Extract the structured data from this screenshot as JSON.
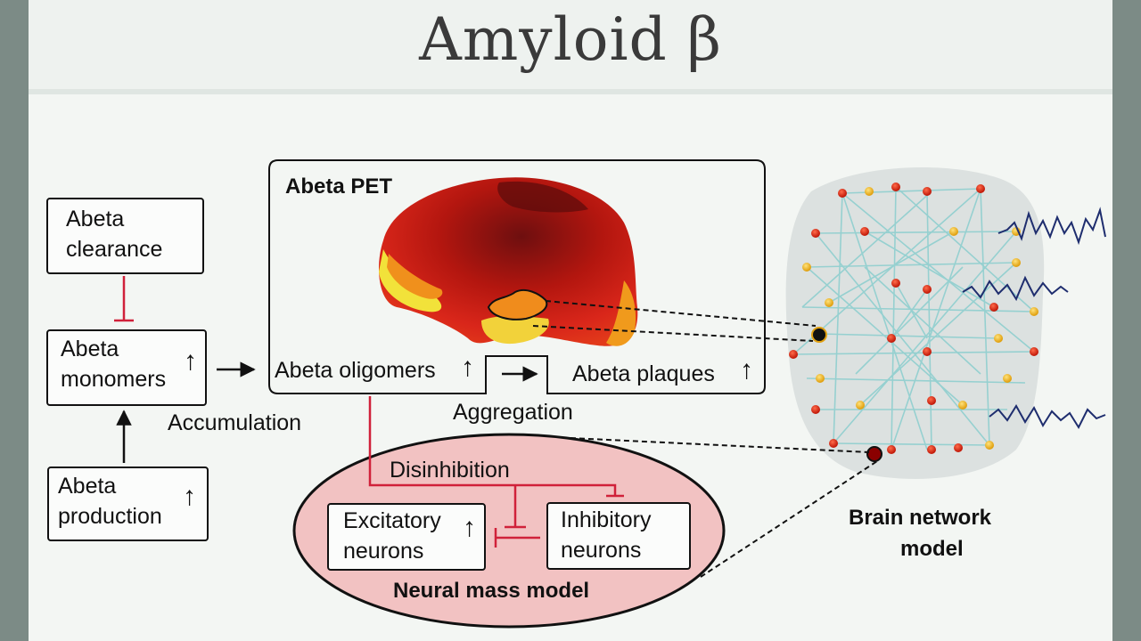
{
  "slide": {
    "title": "Amyloid β"
  },
  "diagram": {
    "boxes": {
      "clearance": {
        "line1": "Abeta",
        "line2": "clearance",
        "arrow": "↓"
      },
      "monomers": {
        "line1": "Abeta",
        "line2": "monomers",
        "arrow": "↑"
      },
      "production": {
        "line1": "Abeta",
        "line2": "production",
        "arrow": "↑"
      },
      "pet_title": "Abeta PET",
      "oligomers": {
        "label": "Abeta oligomers",
        "arrow": "↑"
      },
      "plaques": {
        "label": "Abeta plaques",
        "arrow": "↑"
      },
      "excitatory": {
        "line1": "Excitatory",
        "line2": "neurons",
        "arrow": "↑"
      },
      "inhibitory": {
        "line1": "Inhibitory",
        "line2": "neurons",
        "arrow": "↓"
      }
    },
    "labels": {
      "accumulation": "Accumulation",
      "aggregation": "Aggregation",
      "disinhibition": "Disinhibition",
      "neural_mass_model": "Neural mass model",
      "brain_network_line1": "Brain network",
      "brain_network_line2": "model"
    },
    "colors": {
      "inhibit_red": "#d0213a",
      "ellipse_fill": "#f2c2c2",
      "network_edge": "#8fcfcf"
    }
  }
}
